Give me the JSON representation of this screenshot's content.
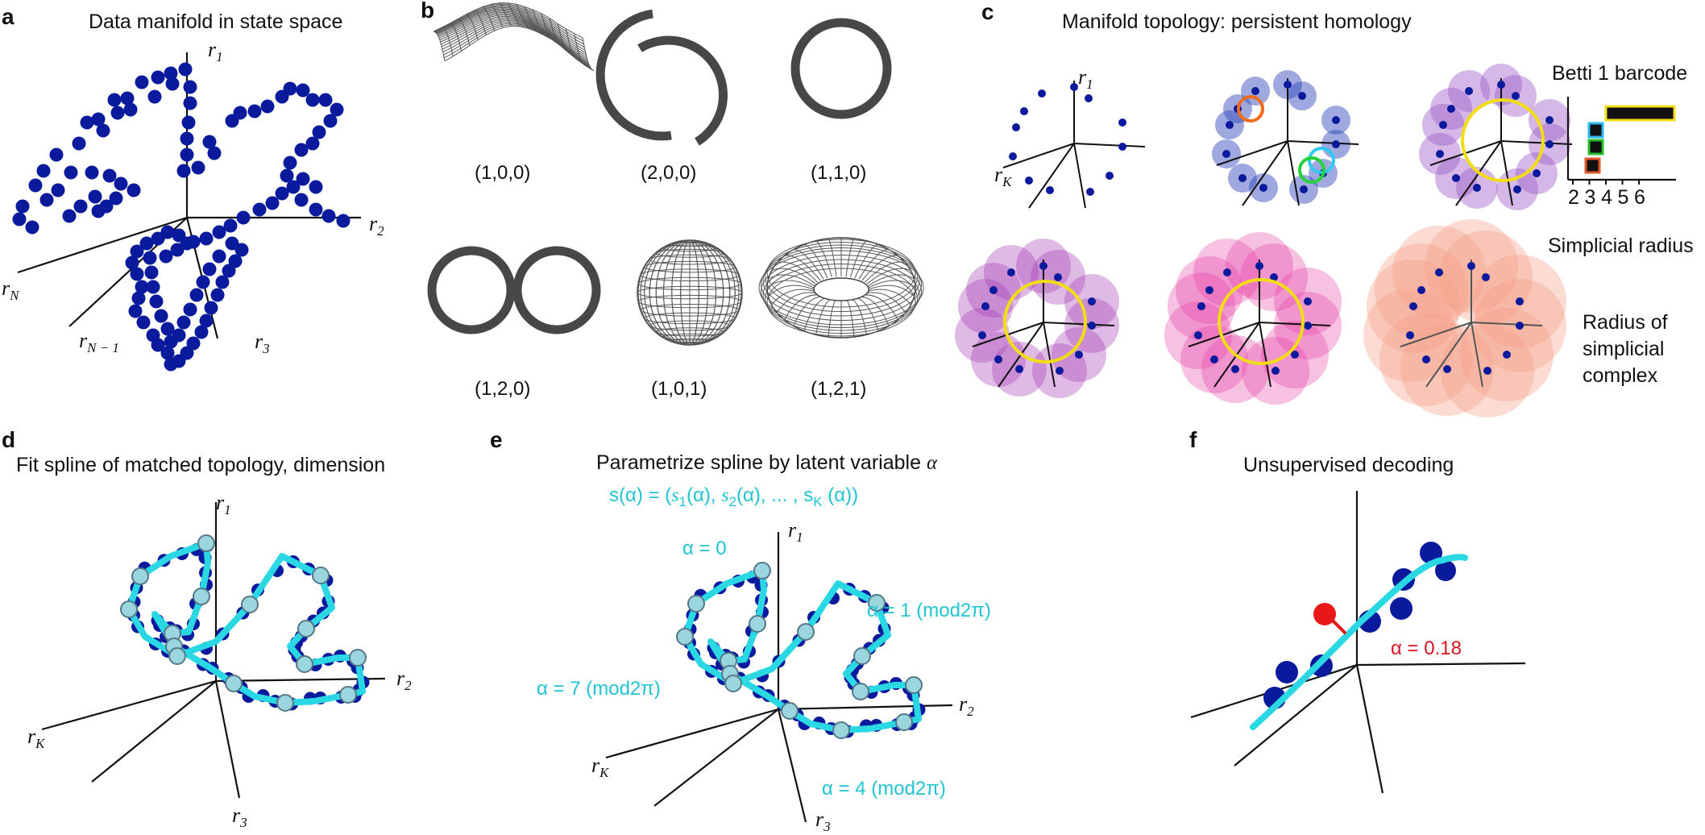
{
  "panels": {
    "a": {
      "label": "a",
      "title": "Data manifold in state space",
      "axes": {
        "r1": "r",
        "r1_sub": "1",
        "r2": "r",
        "r2_sub": "2",
        "r3": "r",
        "r3_sub": "3",
        "rN": "r",
        "rN_sub": "N",
        "rN1": "r",
        "rN1_sub": "N − 1"
      }
    },
    "b": {
      "label": "b",
      "captions": [
        "(1,0,0)",
        "(2,0,0)",
        "(1,1,0)",
        "(1,2,0)",
        "(1,0,1)",
        "(1,2,1)"
      ]
    },
    "c": {
      "label": "c",
      "title": "Manifold topology: persistent homology",
      "axes": {
        "r1": "r",
        "r1_sub": "1",
        "rK": "r",
        "rK_sub": "K"
      },
      "barcode_title": "Betti 1 barcode",
      "barcode_xlabel": "Simplicial radius",
      "barcode_ticks": [
        "2",
        "3",
        "4",
        "5",
        "6"
      ],
      "radius_label": [
        "Radius of",
        "simplicial",
        "complex"
      ]
    },
    "d": {
      "label": "d",
      "title": "Fit spline of matched topology, dimension",
      "axes": {
        "r1": "r",
        "r1_sub": "1",
        "r2": "r",
        "r2_sub": "2",
        "r3": "r",
        "r3_sub": "3",
        "rK": "r",
        "rK_sub": "K"
      }
    },
    "e": {
      "label": "e",
      "title": "Parametrize spline by latent variable",
      "title_symbol": "α",
      "formula": {
        "lhs": "s(α) = (",
        "s1": "s",
        "s1_sub": "1",
        "s1_arg": "(α), ",
        "s2": "s",
        "s2_sub": "2",
        "s2_arg": "(α), ... , ",
        "sK": "s",
        "sK_sub": "K",
        "sK_arg": " (α))"
      },
      "annotations": [
        "α = 0",
        "α = 1 (mod2π)",
        "α = 7 (mod2π)",
        "α = 4 (mod2π)"
      ],
      "axes": {
        "r1": "r",
        "r1_sub": "1",
        "r2": "r",
        "r2_sub": "2",
        "r3": "r",
        "r3_sub": "3",
        "rK": "r",
        "rK_sub": "K"
      }
    },
    "f": {
      "label": "f",
      "title": "Unsupervised decoding",
      "decoded": "α = 0.18"
    }
  },
  "colors": {
    "dots": "#0a1a9c",
    "spline": "#2ad8e4",
    "yellow_loop": "#f2dc16",
    "red_point": "#e81818",
    "mesh": "#555555"
  }
}
